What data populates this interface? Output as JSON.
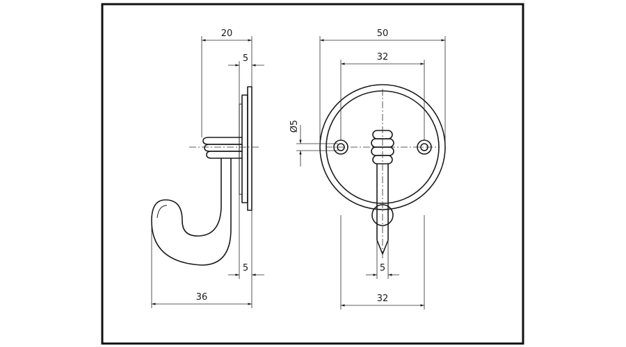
{
  "title": "",
  "side_view": {
    "dim_top_width": "20",
    "dim_plate_thickness_top": "5",
    "dim_plate_thickness_bottom": "5",
    "dim_total_width": "36"
  },
  "front_view": {
    "dim_outer_diameter": "50",
    "dim_hole_spacing_top": "32",
    "dim_hole_diameter": "Ø5",
    "dim_shaft_width": "5",
    "dim_hole_spacing_bottom": "32"
  },
  "colors": {
    "line": "#1a1a1a",
    "frame": "#111111",
    "background": "#ffffff"
  }
}
